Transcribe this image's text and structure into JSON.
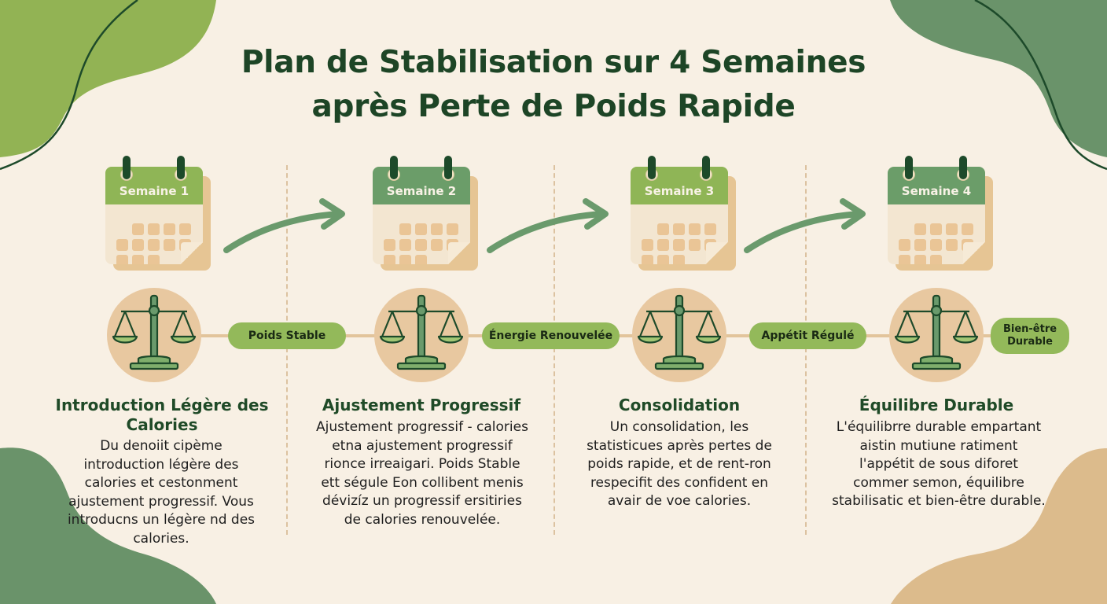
{
  "title": {
    "line1": "Plan de Stabilisation sur 4 Semaines",
    "line2": "après Perte de Poids Rapide"
  },
  "colors": {
    "background": "#f8f0e4",
    "title_text": "#1d4526",
    "light_green": "#93b95a",
    "mid_green": "#6a9a6c",
    "dark_green": "#1d4a2a",
    "tan": "#e8c8a0",
    "tan_blob": "#dcbb8c"
  },
  "weeks": [
    {
      "calendar_label": "Semaine 1",
      "calendar_color": "#8fb556",
      "icon": "balance-scale-icon",
      "milestone": "Poids Stable",
      "title": "Introduction Légère des Calories",
      "body": "Du denoiit cipème introduction légère des calories et cestonment ajustement progressif. Vous introducns un légère nd des calories."
    },
    {
      "calendar_label": "Semaine 2",
      "calendar_color": "#6b9d69",
      "icon": "balance-scale-icon",
      "milestone": "Énergie Renouvelée",
      "title": "Ajustement Progressif",
      "body": "Ajustement progressif - calories etna ajustement progressif rionce irreaigari. Poids Stable ett ségule Eon collibent menis dévizíz un progressif ersitiries de calories renouvelée."
    },
    {
      "calendar_label": "Semaine 3",
      "calendar_color": "#8fb556",
      "icon": "balance-scale-icon",
      "milestone": "Appétit Régulé",
      "title": "Consolidation",
      "body": "Un consolidation, les statisticues après pertes de poids rapide, et de rent-ron respecifit des confident en avair de voe calories."
    },
    {
      "calendar_label": "Semaine 4",
      "calendar_color": "#6b9d69",
      "icon": "balance-scale-icon",
      "milestone": "Bien-être Durable",
      "title": "Équilibre Durable",
      "body": "L'équilibrre durable empartant aistin mutiune ratiment l'appétit de sous diforet commer semon, équilibre stabilisatic et bien-être durable."
    }
  ]
}
